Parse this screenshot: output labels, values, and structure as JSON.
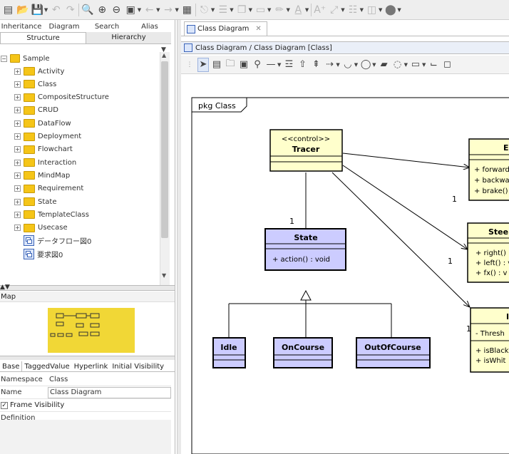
{
  "toolbar": {
    "buttons": [
      "new-diagram",
      "open",
      "save",
      "undo",
      "redo",
      "zoom",
      "zoom-in",
      "zoom-out",
      "fit",
      "navigate-back",
      "navigate-forward",
      "layout",
      "align",
      "distribute",
      "arrange",
      "fill-color",
      "line-color",
      "font-color",
      "text-style",
      "line-style",
      "shadow",
      "color-palette"
    ]
  },
  "left_panel": {
    "tabs_row1": [
      "Inheritance",
      "Diagram",
      "Search",
      "Alias"
    ],
    "tabs_row2": [
      "Structure",
      "Hierarchy"
    ],
    "tree": {
      "root": "Sample",
      "items": [
        {
          "label": "Activity",
          "type": "folder"
        },
        {
          "label": "Class",
          "type": "folder"
        },
        {
          "label": "CompositeStructure",
          "type": "folder"
        },
        {
          "label": "CRUD",
          "type": "folder"
        },
        {
          "label": "DataFlow",
          "type": "folder"
        },
        {
          "label": "Deployment",
          "type": "folder"
        },
        {
          "label": "Flowchart",
          "type": "folder"
        },
        {
          "label": "Interaction",
          "type": "folder"
        },
        {
          "label": "MindMap",
          "type": "folder"
        },
        {
          "label": "Requirement",
          "type": "folder"
        },
        {
          "label": "State",
          "type": "folder"
        },
        {
          "label": "TemplateClass",
          "type": "folder"
        },
        {
          "label": "Usecase",
          "type": "folder"
        },
        {
          "label": "データフロー図0",
          "type": "diagram"
        },
        {
          "label": "要求図0",
          "type": "diagram"
        }
      ]
    },
    "map_title": "Map",
    "property_tabs": [
      "Base",
      "TaggedValue",
      "Hyperlink",
      "Initial Visibility"
    ],
    "properties": {
      "namespace_label": "Namespace",
      "namespace_value": "Class",
      "name_label": "Name",
      "name_value": "Class Diagram",
      "frame_visibility_label": "Frame Visibility",
      "frame_visibility_checked": true,
      "definition_label": "Definition"
    }
  },
  "editor": {
    "tab_label": "Class Diagram",
    "diagram_title": "Class Diagram / Class Diagram [Class]",
    "frame_label": "pkg Class",
    "classes": {
      "tracer": {
        "stereotype": "<<control>>",
        "name": "Tracer"
      },
      "state": {
        "name": "State",
        "operation": "+ action() : void"
      },
      "idle": {
        "name": "Idle"
      },
      "oncourse": {
        "name": "OnCourse"
      },
      "outofcourse": {
        "name": "OutOfCourse"
      },
      "engine": {
        "name": "E",
        "ops": [
          "+ forward",
          "+ backwa",
          "+ brake()"
        ]
      },
      "steering": {
        "name": "Steer",
        "ops": [
          "+ right() :",
          "+ left() : v",
          "+ fx() : v"
        ]
      },
      "sensor": {
        "name": "I",
        "attrs": [
          "- Thresh"
        ],
        "ops": [
          "+ isBlack",
          "+ isWhit"
        ]
      }
    },
    "multiplicity": {
      "tracer_state": "1",
      "tracer_engine": "1",
      "tracer_steering": "1",
      "tracer_sensor": "1"
    },
    "colors": {
      "class_fill": "#ffffcc",
      "state_fill": "#ccccff",
      "border": "#000000"
    }
  }
}
